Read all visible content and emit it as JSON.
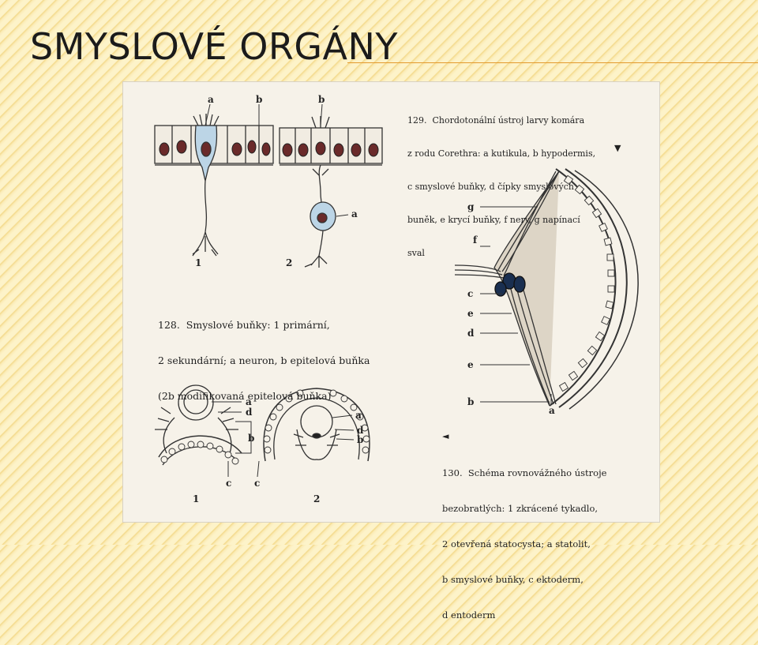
{
  "slide": {
    "title": "SMYSLOVÉ ORGÁNY",
    "accent": "#e39a2e"
  },
  "figure128": {
    "caption_lines": [
      "128.  Smyslové buňky: 1 primární,",
      "2 sekundární; a neuron, b epitelová buňka",
      "(2b modifikovaná epitelová buňka)"
    ],
    "labels": [
      "a",
      "b",
      "b",
      "a",
      "1",
      "2"
    ]
  },
  "figure129": {
    "caption_lines": [
      "129.  Chordotonální ústroj larvy komára",
      "z rodu Corethra: a kutikula, b hypodermis,",
      "c smyslové buňky, d čípky smyslových",
      "buněk, e krycí buňky, f nerv, g napínací",
      "sval"
    ],
    "arrow": "▼",
    "labels": [
      "g",
      "f",
      "c",
      "e",
      "d",
      "e",
      "b",
      "a"
    ]
  },
  "figure130": {
    "arrow": "◄",
    "caption_lines": [
      "130.  Schéma rovnovážného ústroje",
      "bezobratlých: 1 zkrácené tykadlo,",
      "2 otevřená statocysta; a statolit,",
      "b smyslové buňky, c ektoderm,",
      "d entoderm"
    ],
    "labels": [
      "a",
      "d",
      "b",
      "c",
      "c",
      "1",
      "a",
      "d",
      "b",
      "2"
    ]
  }
}
